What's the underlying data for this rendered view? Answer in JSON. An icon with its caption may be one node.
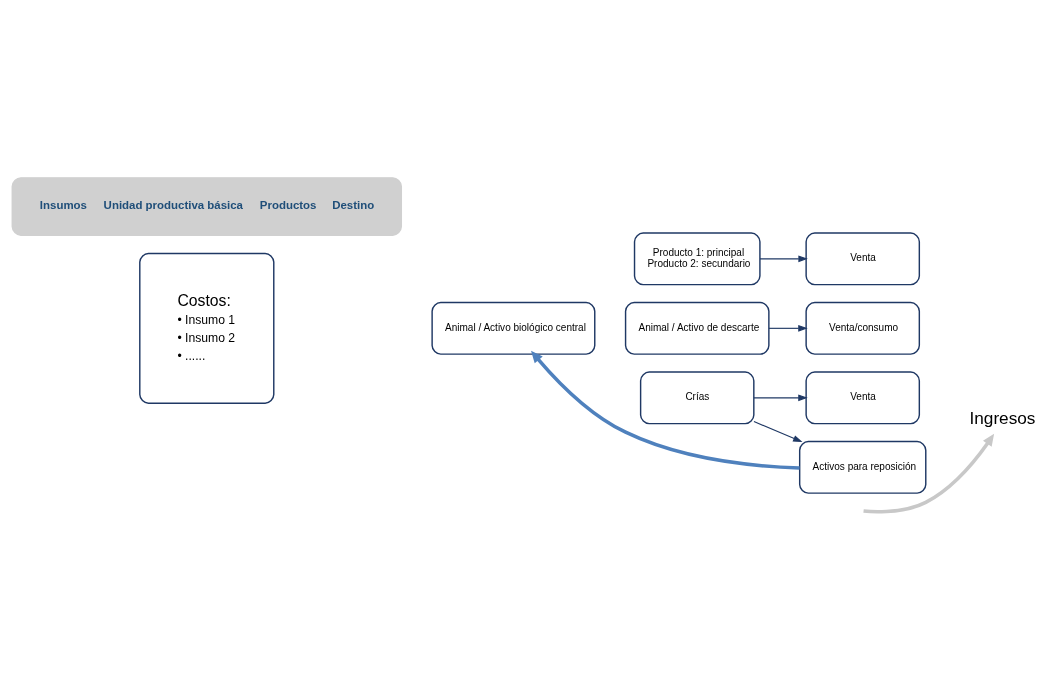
{
  "diagram": {
    "nodes": [
      {
        "text": [
          "Insumos",
          "Unidad productiva básica",
          "Productos",
          "Destino"
        ]
      },
      {
        "text": [
          "Costos:",
          "• Insumo 1",
          "• Insumo 2",
          "• ......"
        ]
      },
      {
        "text": [
          "Animal / Activo biológico central"
        ]
      },
      {
        "text": [
          "Producto 1: principal",
          "Producto 2: secundario"
        ]
      },
      {
        "text": [
          "Animal / Activo de descarte"
        ]
      },
      {
        "text": [
          "Crías"
        ]
      },
      {
        "text": [
          "Venta"
        ]
      },
      {
        "text": [
          "Venta/consumo"
        ]
      },
      {
        "text": [
          "Venta"
        ]
      },
      {
        "text": [
          "Activos para reposición"
        ]
      },
      {
        "text": [
          "Ingresos"
        ]
      }
    ],
    "edges": [
      {
        "from": 3,
        "to": 6,
        "arrow": "to"
      },
      {
        "from": 4,
        "to": 7,
        "arrow": "to"
      },
      {
        "from": 5,
        "to": 8,
        "arrow": "to"
      },
      {
        "from": 5,
        "to": 9,
        "arrow": "to"
      },
      {
        "from": null,
        "to": 10,
        "arrow": "to",
        "style": "thick",
        "color": "#c8c8c8"
      },
      {
        "from": 9,
        "to": 2,
        "arrow": "to",
        "style": "thick",
        "color": "#4f81bd"
      }
    ]
  }
}
